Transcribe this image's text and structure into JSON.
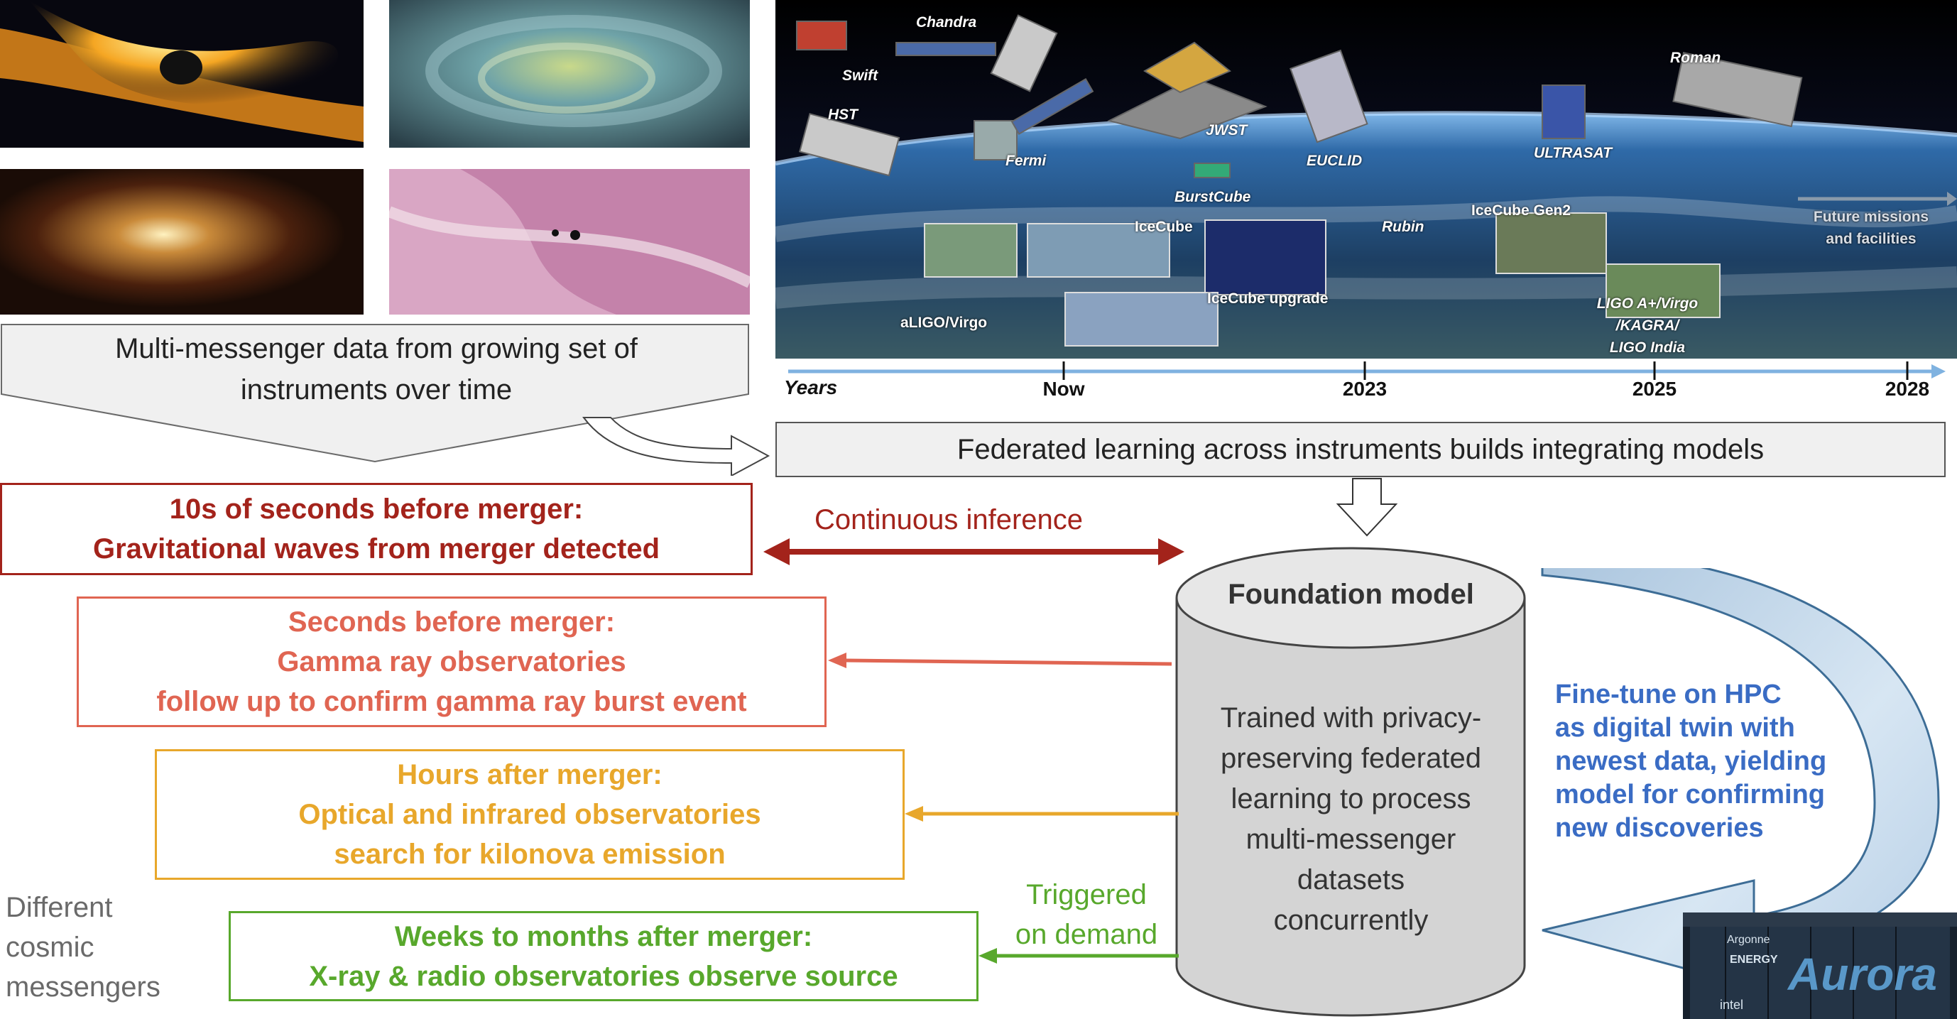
{
  "top_caption": {
    "line1": "Multi-messenger data from growing set of",
    "line2": "instruments over time"
  },
  "timeline": {
    "missions": {
      "swift": "Swift",
      "chandra": "Chandra",
      "hst": "HST",
      "fermi": "Fermi",
      "jwst": "JWST",
      "burstcube": "BurstCube",
      "euclid": "EUCLID",
      "ultrasat": "ULTRASAT",
      "roman": "Roman"
    },
    "facilities": {
      "icecube": "IceCube",
      "aligo": "aLIGO/Virgo",
      "icecube_upgrade": "IceCube upgrade",
      "rubin": "Rubin",
      "icecube_gen2": "IceCube Gen2",
      "ligo_plus_1": "LIGO A+/Virgo",
      "ligo_plus_2": "/KAGRA/",
      "ligo_plus_3": "LIGO India"
    },
    "future_1": "Future missions",
    "future_2": "and facilities",
    "axis": {
      "years": "Years",
      "now": "Now",
      "y2023": "2023",
      "y2025": "2025",
      "y2028": "2028"
    }
  },
  "federated_box": "Federated learning across instruments builds integrating models",
  "continuous_inference": "Continuous inference",
  "stage1": {
    "line1": "10s of seconds before merger:",
    "line2": "Gravitational waves from merger detected",
    "color": "#a3231b"
  },
  "stage2": {
    "line1": "Seconds before merger:",
    "line2": "Gamma ray observatories",
    "line3": "follow up to confirm gamma ray burst event",
    "color": "#e06552"
  },
  "stage3": {
    "line1": "Hours after merger:",
    "line2": "Optical and infrared observatories",
    "line3": "search for kilonova emission",
    "color": "#e8a72b"
  },
  "stage4": {
    "line1": "Weeks to months after merger:",
    "line2": "X-ray & radio observatories observe source",
    "color": "#58a82c"
  },
  "triggered": {
    "line1": "Triggered",
    "line2": "on demand"
  },
  "different_messengers": {
    "line1": "Different",
    "line2": "cosmic",
    "line3": "messengers"
  },
  "foundation": {
    "title": "Foundation model",
    "body1": "Trained with privacy-",
    "body2": "preserving federated",
    "body3": "learning to process",
    "body4": "multi-messenger",
    "body5": "datasets",
    "body6": "concurrently"
  },
  "finetune": {
    "line1": "Fine-tune on HPC",
    "line2": "as digital twin with",
    "line3": "newest data, yielding",
    "line4": "model for confirming",
    "line5": "new discoveries",
    "color": "#3a6cc4"
  },
  "aurora": {
    "word": "Aurora",
    "brand1": "Argonne",
    "brand2": "ENERGY",
    "brand3": "intel"
  }
}
